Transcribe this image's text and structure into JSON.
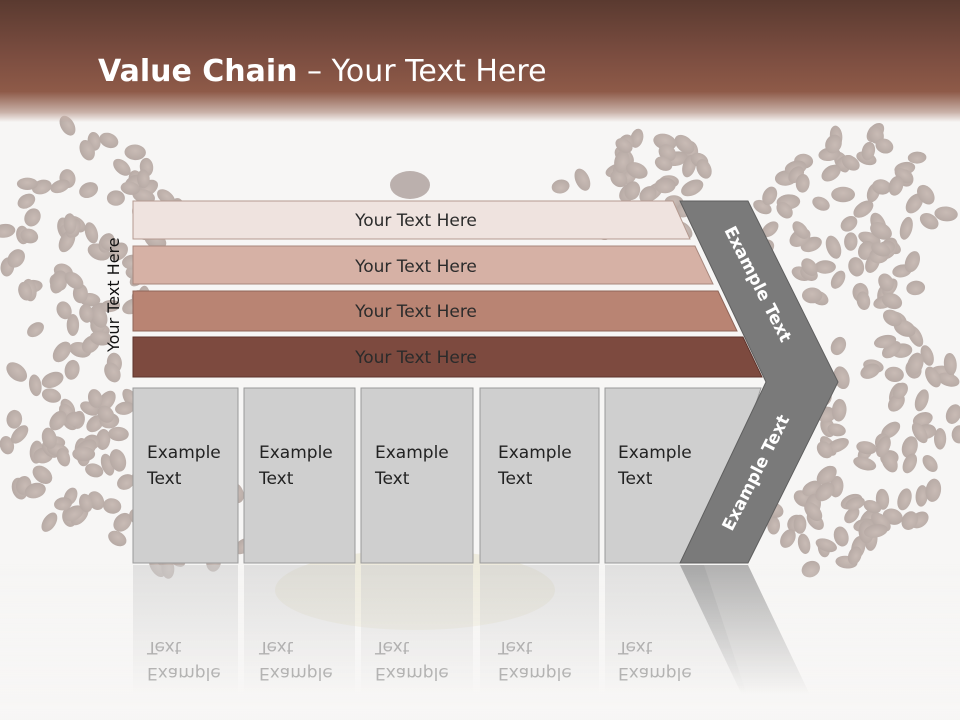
{
  "slide": {
    "title_bold": "Value Chain",
    "title_rest": " – Your Text Here",
    "side_label": "Your Text Here"
  },
  "bars": [
    {
      "label": "Your Text Here",
      "color": "#efe3df"
    },
    {
      "label": "Your Text Here",
      "color": "#d6b1a5"
    },
    {
      "label": "Your Text Here",
      "color": "#b98473"
    },
    {
      "label": "Your Text Here",
      "color": "#7d4a3f"
    }
  ],
  "boxes": [
    {
      "line1": "Example",
      "line2": "Text"
    },
    {
      "line1": "Example",
      "line2": "Text"
    },
    {
      "line1": "Example",
      "line2": "Text"
    },
    {
      "line1": "Example",
      "line2": "Text"
    },
    {
      "line1": "Example",
      "line2": "Text"
    }
  ],
  "arrow": {
    "top_label": "Example Text",
    "bottom_label": "Example Text",
    "color": "#7a7a7a"
  },
  "colors": {
    "box_fill": "#cfcfcf",
    "box_border": "#9a9a9a",
    "header_brown": "#7b4d40"
  }
}
